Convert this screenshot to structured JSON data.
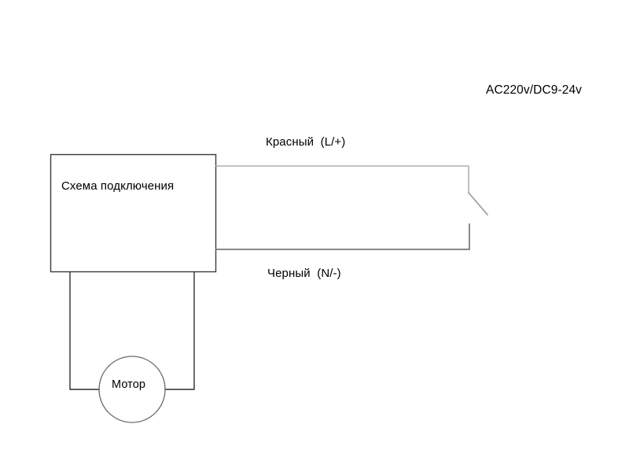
{
  "diagram": {
    "title_label": "AC220v/DC9-24v",
    "controller": {
      "label": "Схема подключения",
      "name": "controller-box"
    },
    "motor": {
      "label": "Мотор",
      "name": "motor-node"
    },
    "wires": [
      {
        "id": "red-wire",
        "label": "Красный  (L/+)",
        "polarity": "L/+",
        "color_name": "Красный",
        "stroke": "#b0b0b0"
      },
      {
        "id": "black-wire",
        "label": "Черный  (N/-)",
        "polarity": "N/-",
        "color_name": "Черный",
        "stroke": "#777777"
      }
    ],
    "switch": {
      "name": "open-contact",
      "state": "open"
    },
    "colors": {
      "background": "#ffffff",
      "outline": "#3a3a3a",
      "circle_outline": "#6b6b6b",
      "text": "#000000"
    }
  }
}
